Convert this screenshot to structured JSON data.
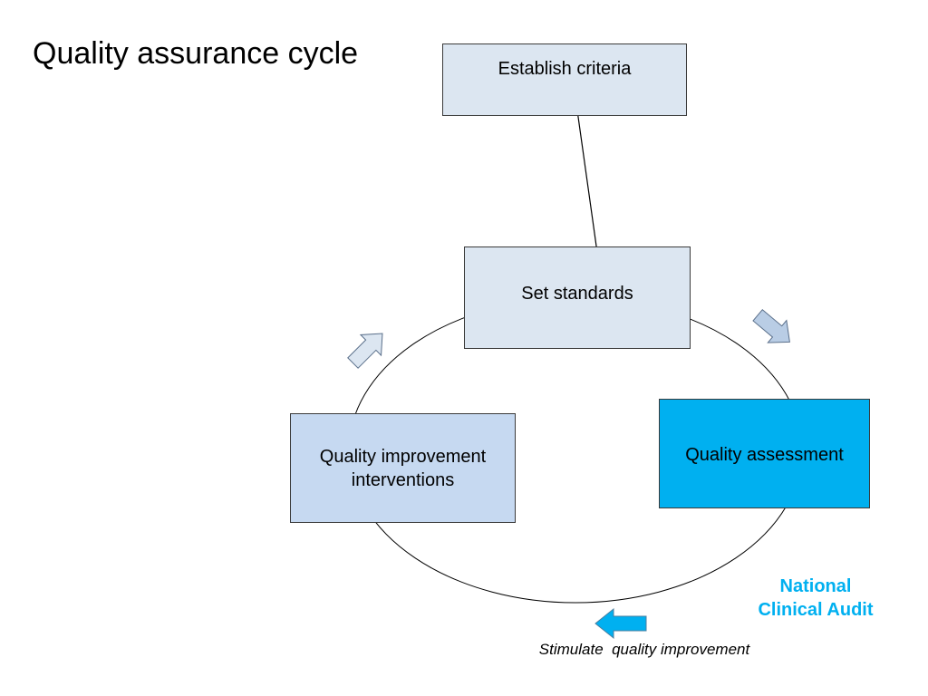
{
  "title": "Quality assurance cycle",
  "nodes": {
    "criteria": "Establish criteria",
    "standards": "Set standards",
    "improvement_line1": "Quality improvement",
    "improvement_line2": "interventions",
    "assessment": "Quality assessment"
  },
  "callout": {
    "line1": "National",
    "line2": "Clinical Audit"
  },
  "caption": "Stimulate  quality improvement",
  "colors": {
    "box_light": "#dce6f1",
    "box_medium": "#c6d9f1",
    "box_accent": "#00b0f0",
    "accent_text": "#00b0f0"
  }
}
